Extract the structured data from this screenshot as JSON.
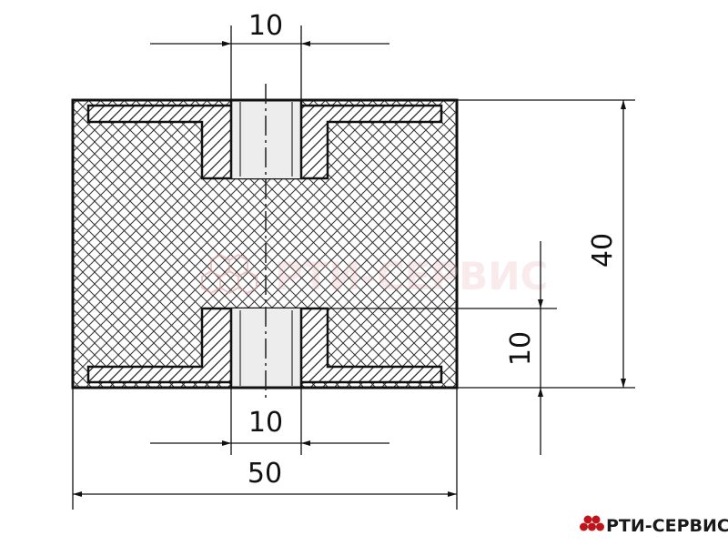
{
  "drawing": {
    "dimensions": {
      "top_hole_width": "10",
      "bottom_hole_width": "10",
      "overall_width": "50",
      "overall_height": "40",
      "insert_height": "10"
    },
    "watermark": "РТИ-СЕРВИС"
  },
  "brand": {
    "name": "РТИ-СЕРВИС",
    "logo_icon": "hexagon-cluster-icon",
    "accent": "#c0141c"
  },
  "colors": {
    "line": "#111111",
    "hatch": "#333333",
    "watermark": "#e9b8b8"
  }
}
